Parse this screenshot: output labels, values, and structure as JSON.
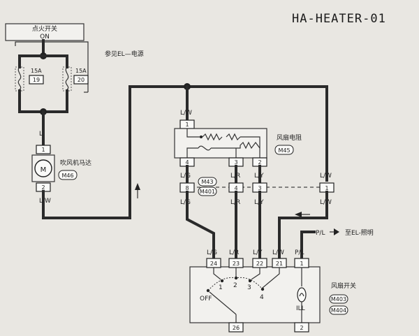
{
  "page_title": "HA-HEATER-01",
  "ignition": {
    "label": "点火开关",
    "state": "ON"
  },
  "fuses": [
    {
      "rating": "15A",
      "number": "19"
    },
    {
      "rating": "15A",
      "number": "20"
    }
  ],
  "power_ref": "参见EL—电源",
  "blower_motor": {
    "label": "吹风机马达",
    "connector": "M46",
    "pin_top": "1",
    "pin_bottom": "2"
  },
  "fan_resistor": {
    "label": "风扇电阻",
    "connector": "M45",
    "pin_top": "1",
    "pins_bottom": [
      "4",
      "3",
      "2"
    ]
  },
  "junction": {
    "connectors": [
      "M43",
      "M401"
    ],
    "pins": [
      "8",
      "4",
      "3",
      "1"
    ]
  },
  "fan_switch": {
    "label": "风扇开关",
    "connectors": [
      "M403",
      "M404"
    ],
    "pins_top": [
      "24",
      "23",
      "22",
      "21",
      "1"
    ],
    "pins_bottom": [
      "26",
      "2"
    ],
    "positions": [
      "OFF",
      "1",
      "2",
      "3",
      "4"
    ],
    "illumination": "ILL"
  },
  "wire_labels": {
    "L": "L",
    "LW": "L/W",
    "LG": "L/G",
    "LR": "L/R",
    "LY": "L/Y",
    "PL": "P/L"
  },
  "illumination_ref": "至EL-照明"
}
